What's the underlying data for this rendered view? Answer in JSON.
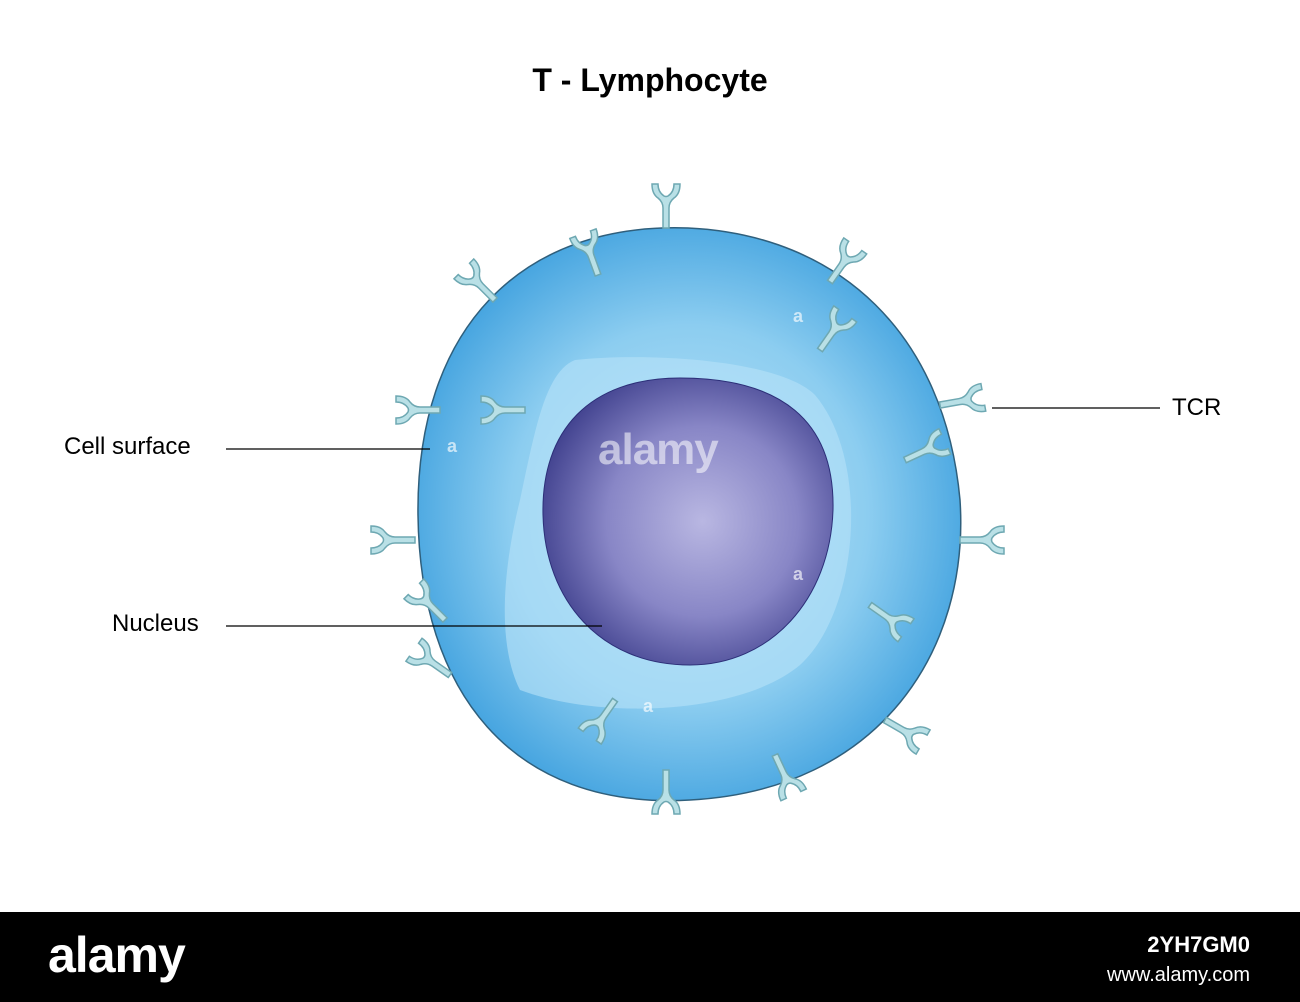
{
  "title": "T - Lymphocyte",
  "labels": {
    "cell_surface": "Cell surface",
    "nucleus": "Nucleus",
    "tcr": "TCR"
  },
  "watermark": {
    "center": "alamy",
    "small_marks": [
      "a",
      "a",
      "a",
      "a",
      "a"
    ]
  },
  "footer": {
    "brand": "alamy",
    "image_id": "2YH7GM0",
    "site": "www.alamy.com"
  },
  "colors": {
    "cell_outer": "#4aa9e2",
    "cell_inner": "#a9daf5",
    "nucleus_light": "#a9a7d6",
    "nucleus_dark": "#3d3f8c",
    "receptor": "#b7dfe6",
    "receptor_stroke": "#7fb5bf"
  },
  "icons": [
    "t-cell-receptor-icon"
  ]
}
